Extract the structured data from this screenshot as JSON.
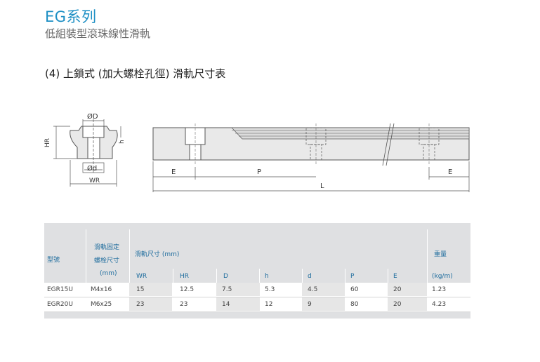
{
  "header": {
    "title": "EG系列",
    "subtitle": "低組裝型滾珠線性滑軌"
  },
  "section_title": "(4) 上鎖式 (加大螺栓孔徑) 滑軌尺寸表",
  "drawing": {
    "label_D": "ØD",
    "label_d": "Ød",
    "label_h": "h",
    "label_HR": "HR",
    "label_WR": "WR",
    "label_E_left": "E",
    "label_P": "P",
    "label_E_right": "E",
    "label_L": "L"
  },
  "table": {
    "col_model": "型號",
    "col_bolt_l1": "滑軌固定",
    "col_bolt_l2": "螺栓尺寸",
    "col_bolt_unit": "(mm)",
    "col_rail_dims": "滑軌尺寸 (mm)",
    "col_weight": "重量",
    "col_weight_unit": "(kg/m)",
    "sub_headers": [
      "WR",
      "HR",
      "D",
      "h",
      "d",
      "P",
      "E"
    ],
    "rows": [
      {
        "model": "EGR15U",
        "bolt": "M4x16",
        "WR": "15",
        "HR": "12.5",
        "D": "7.5",
        "h": "5.3",
        "d": "4.5",
        "P": "60",
        "E": "20",
        "weight": "1.23"
      },
      {
        "model": "EGR20U",
        "bolt": "M6x25",
        "WR": "23",
        "HR": "23",
        "D": "14",
        "h": "12",
        "d": "9",
        "P": "80",
        "E": "20",
        "weight": "4.23"
      }
    ]
  }
}
